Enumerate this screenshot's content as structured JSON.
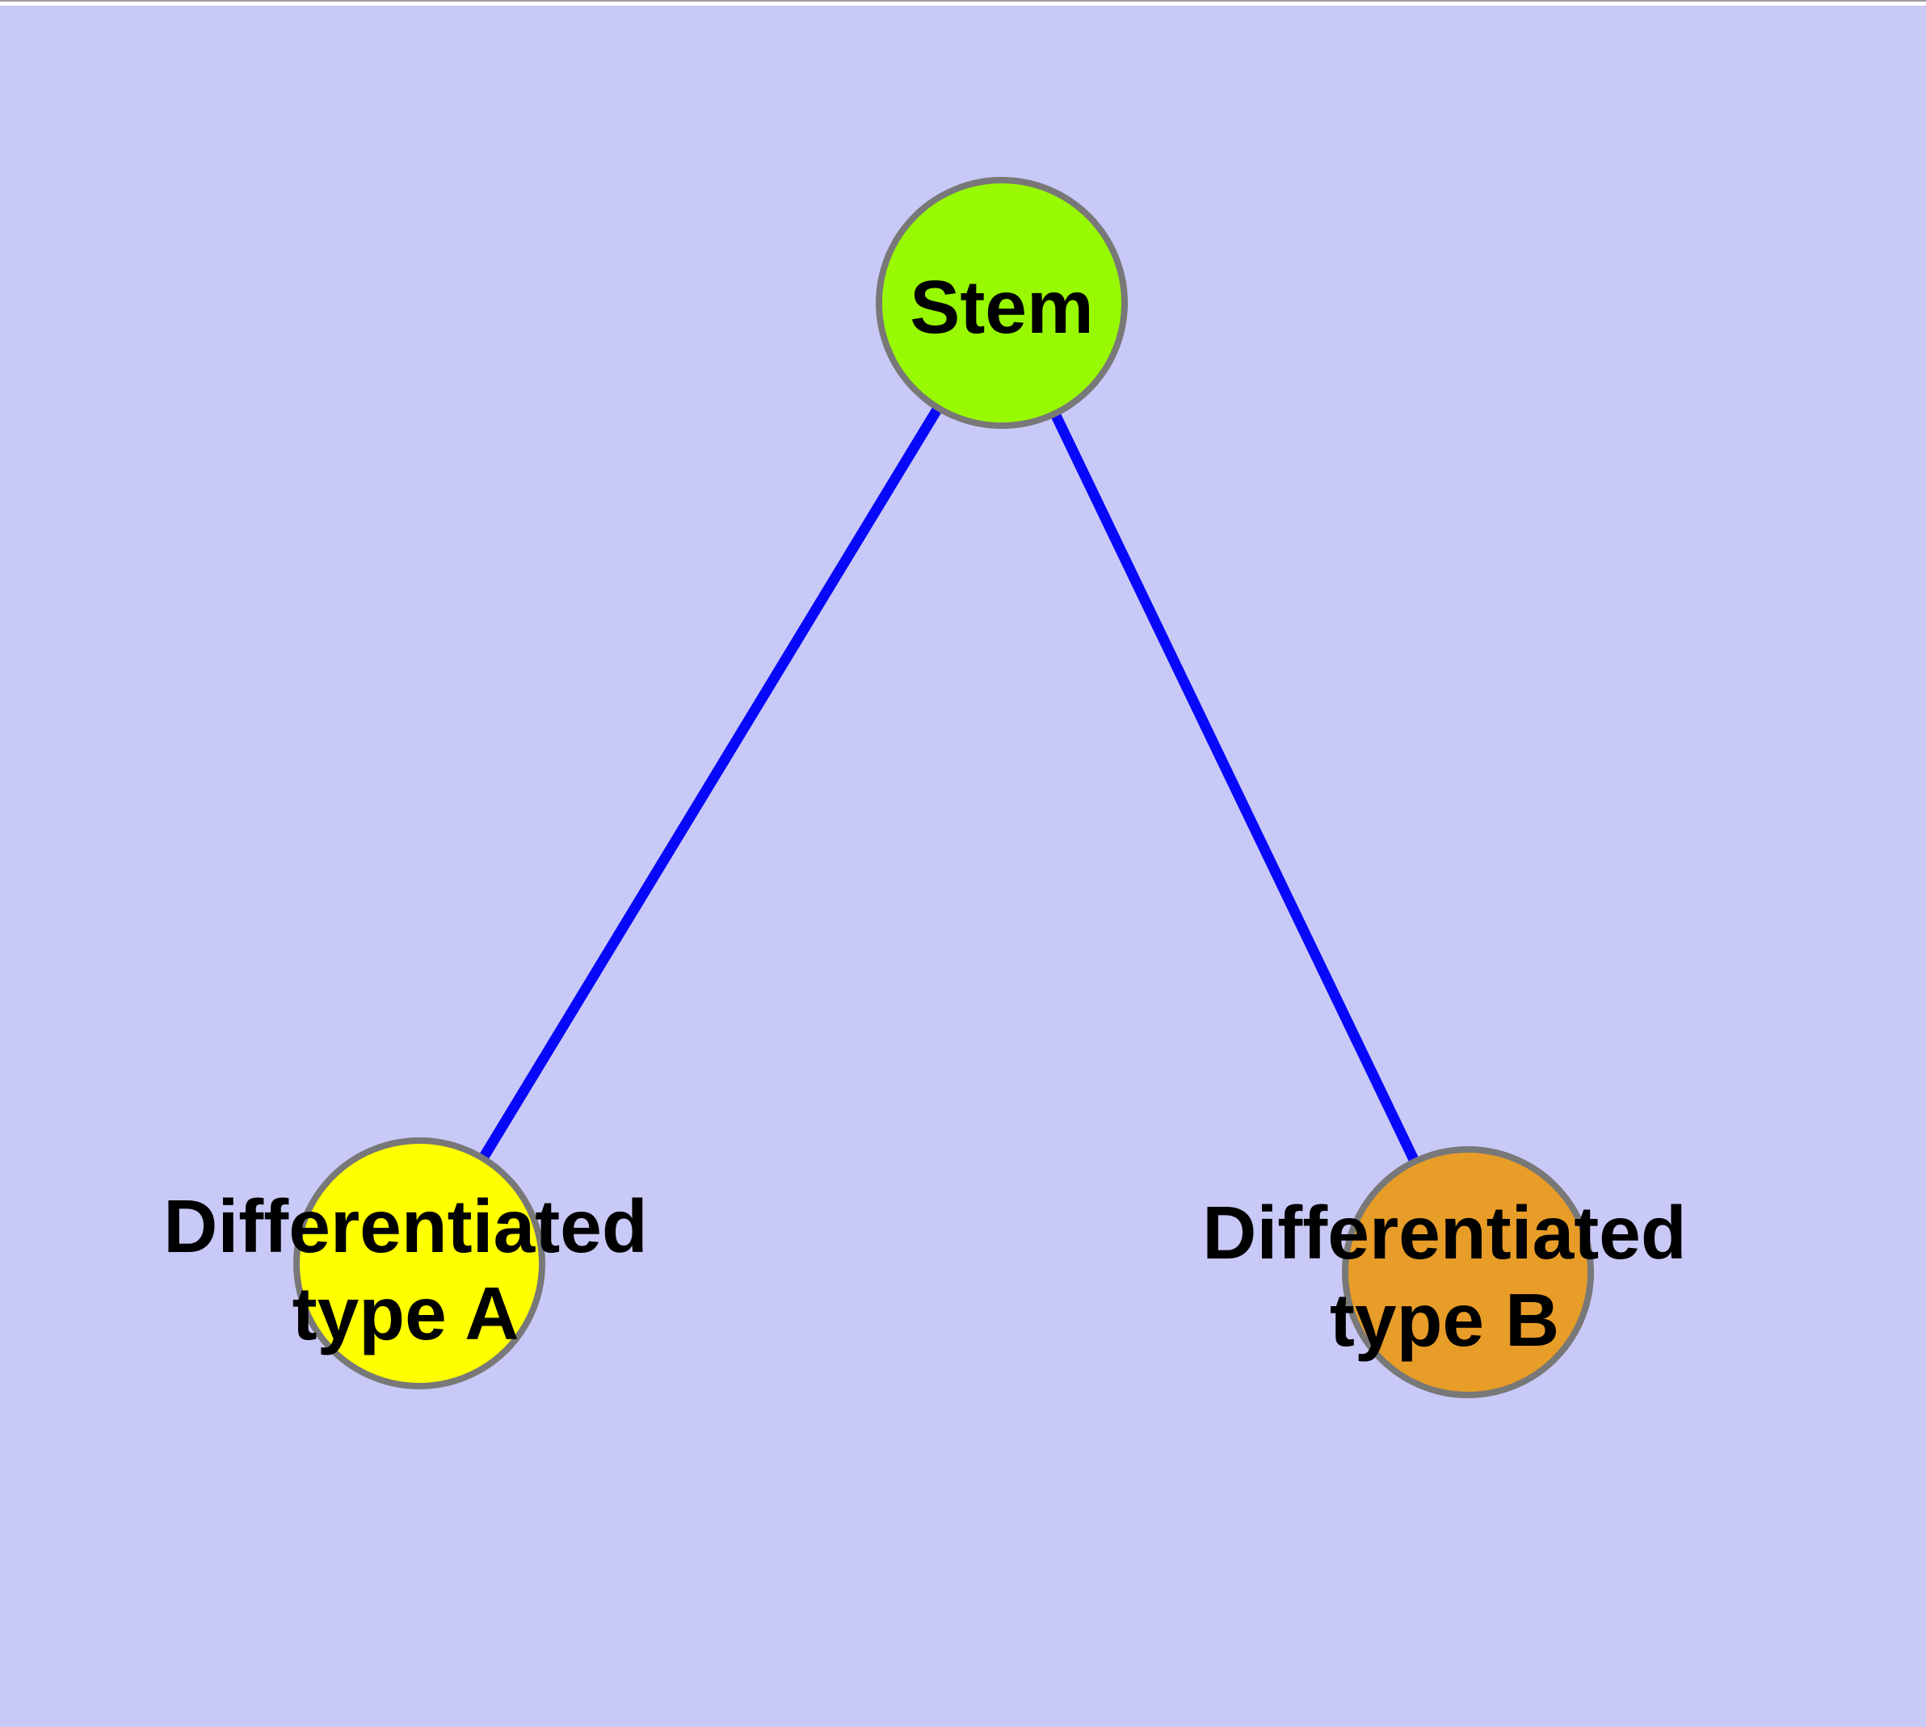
{
  "window": {
    "top_edge_line_color": "#9c9c9c",
    "top_strip_color": "#ffffff"
  },
  "diagram": {
    "type": "node-link graph",
    "background_color": "#c9c9f7",
    "edge_color": "#0707fa",
    "node_border_color": "#787878",
    "label_color": "#000000",
    "nodes": [
      {
        "id": "stem",
        "label": "Stem",
        "fill_color": "#98fa02"
      },
      {
        "id": "differentiated-type-a",
        "label_line1": "Differentiated",
        "label_line2": "type A",
        "fill_color": "#ffff00"
      },
      {
        "id": "differentiated-type-b",
        "label_line1": "Differentiated",
        "label_line2": "type B",
        "fill_color": "#e79d27"
      }
    ],
    "edges": [
      {
        "from": "Stem",
        "to": "Differentiated type A"
      },
      {
        "from": "Stem",
        "to": "Differentiated type B"
      }
    ]
  }
}
